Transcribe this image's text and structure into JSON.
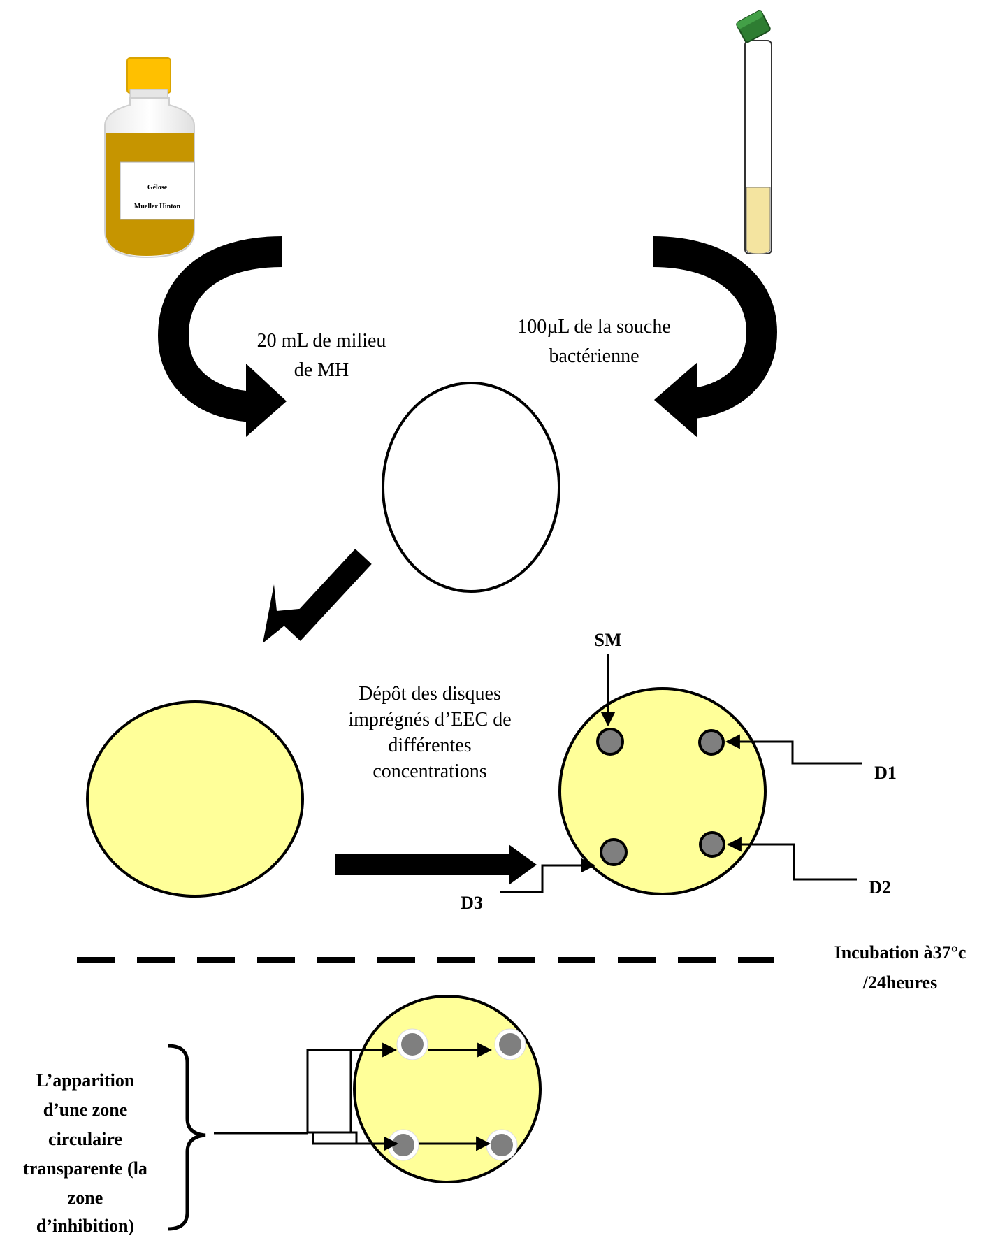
{
  "bottle": {
    "line1": "Gélose",
    "line2": "Mueller Hinton"
  },
  "steps": {
    "medium": [
      "20 mL de milieu",
      "de MH"
    ],
    "strain": [
      "100µL de la souche",
      "bactérienne"
    ],
    "discs": [
      "Dépôt des disques",
      "imprégnés d’EEC de",
      "différentes",
      "concentrations"
    ],
    "incubation": [
      "Incubation à37°c",
      "/24heures"
    ],
    "result": [
      "L’apparition",
      "d’une zone",
      "circulaire",
      "transparente (la",
      "zone",
      "d’inhibition)"
    ]
  },
  "discs": {
    "sm": "SM",
    "d1": "D1",
    "d2": "D2",
    "d3": "D3"
  },
  "colors": {
    "agar": "#ffff99",
    "medium_liquid": "#c69500",
    "cap": "#ffc000",
    "tube_liquid": "#f4e4a0",
    "tube_cap": "#2e7d32",
    "disc": "#7f7f7f"
  }
}
